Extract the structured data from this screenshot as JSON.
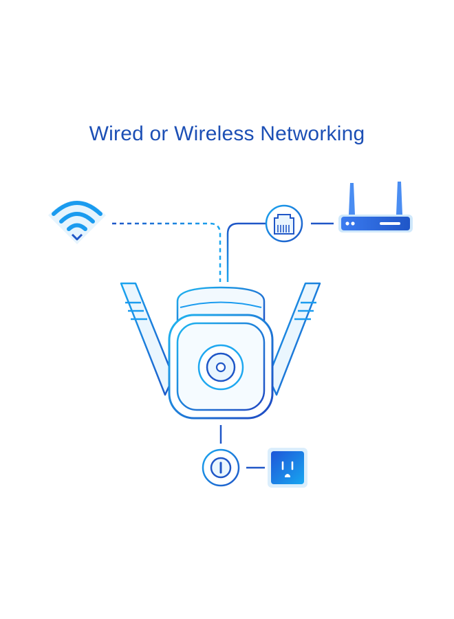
{
  "title": "Wired or Wireless Networking",
  "colors": {
    "title": "#1c4fb5",
    "line_dark": "#1f56c7",
    "line_light": "#1a9bef",
    "accent_cyan": "#1fb6f0",
    "background": "#ffffff"
  },
  "nodes": [
    {
      "name": "wifi-icon",
      "connection": "wireless (dashed)"
    },
    {
      "name": "ethernet-port-icon",
      "connection": "wired"
    },
    {
      "name": "router-icon",
      "connection": "wired"
    },
    {
      "name": "security-camera-icon",
      "connection": "hub"
    },
    {
      "name": "power-connector-icon",
      "connection": "power"
    },
    {
      "name": "power-outlet-icon",
      "connection": "power"
    }
  ]
}
